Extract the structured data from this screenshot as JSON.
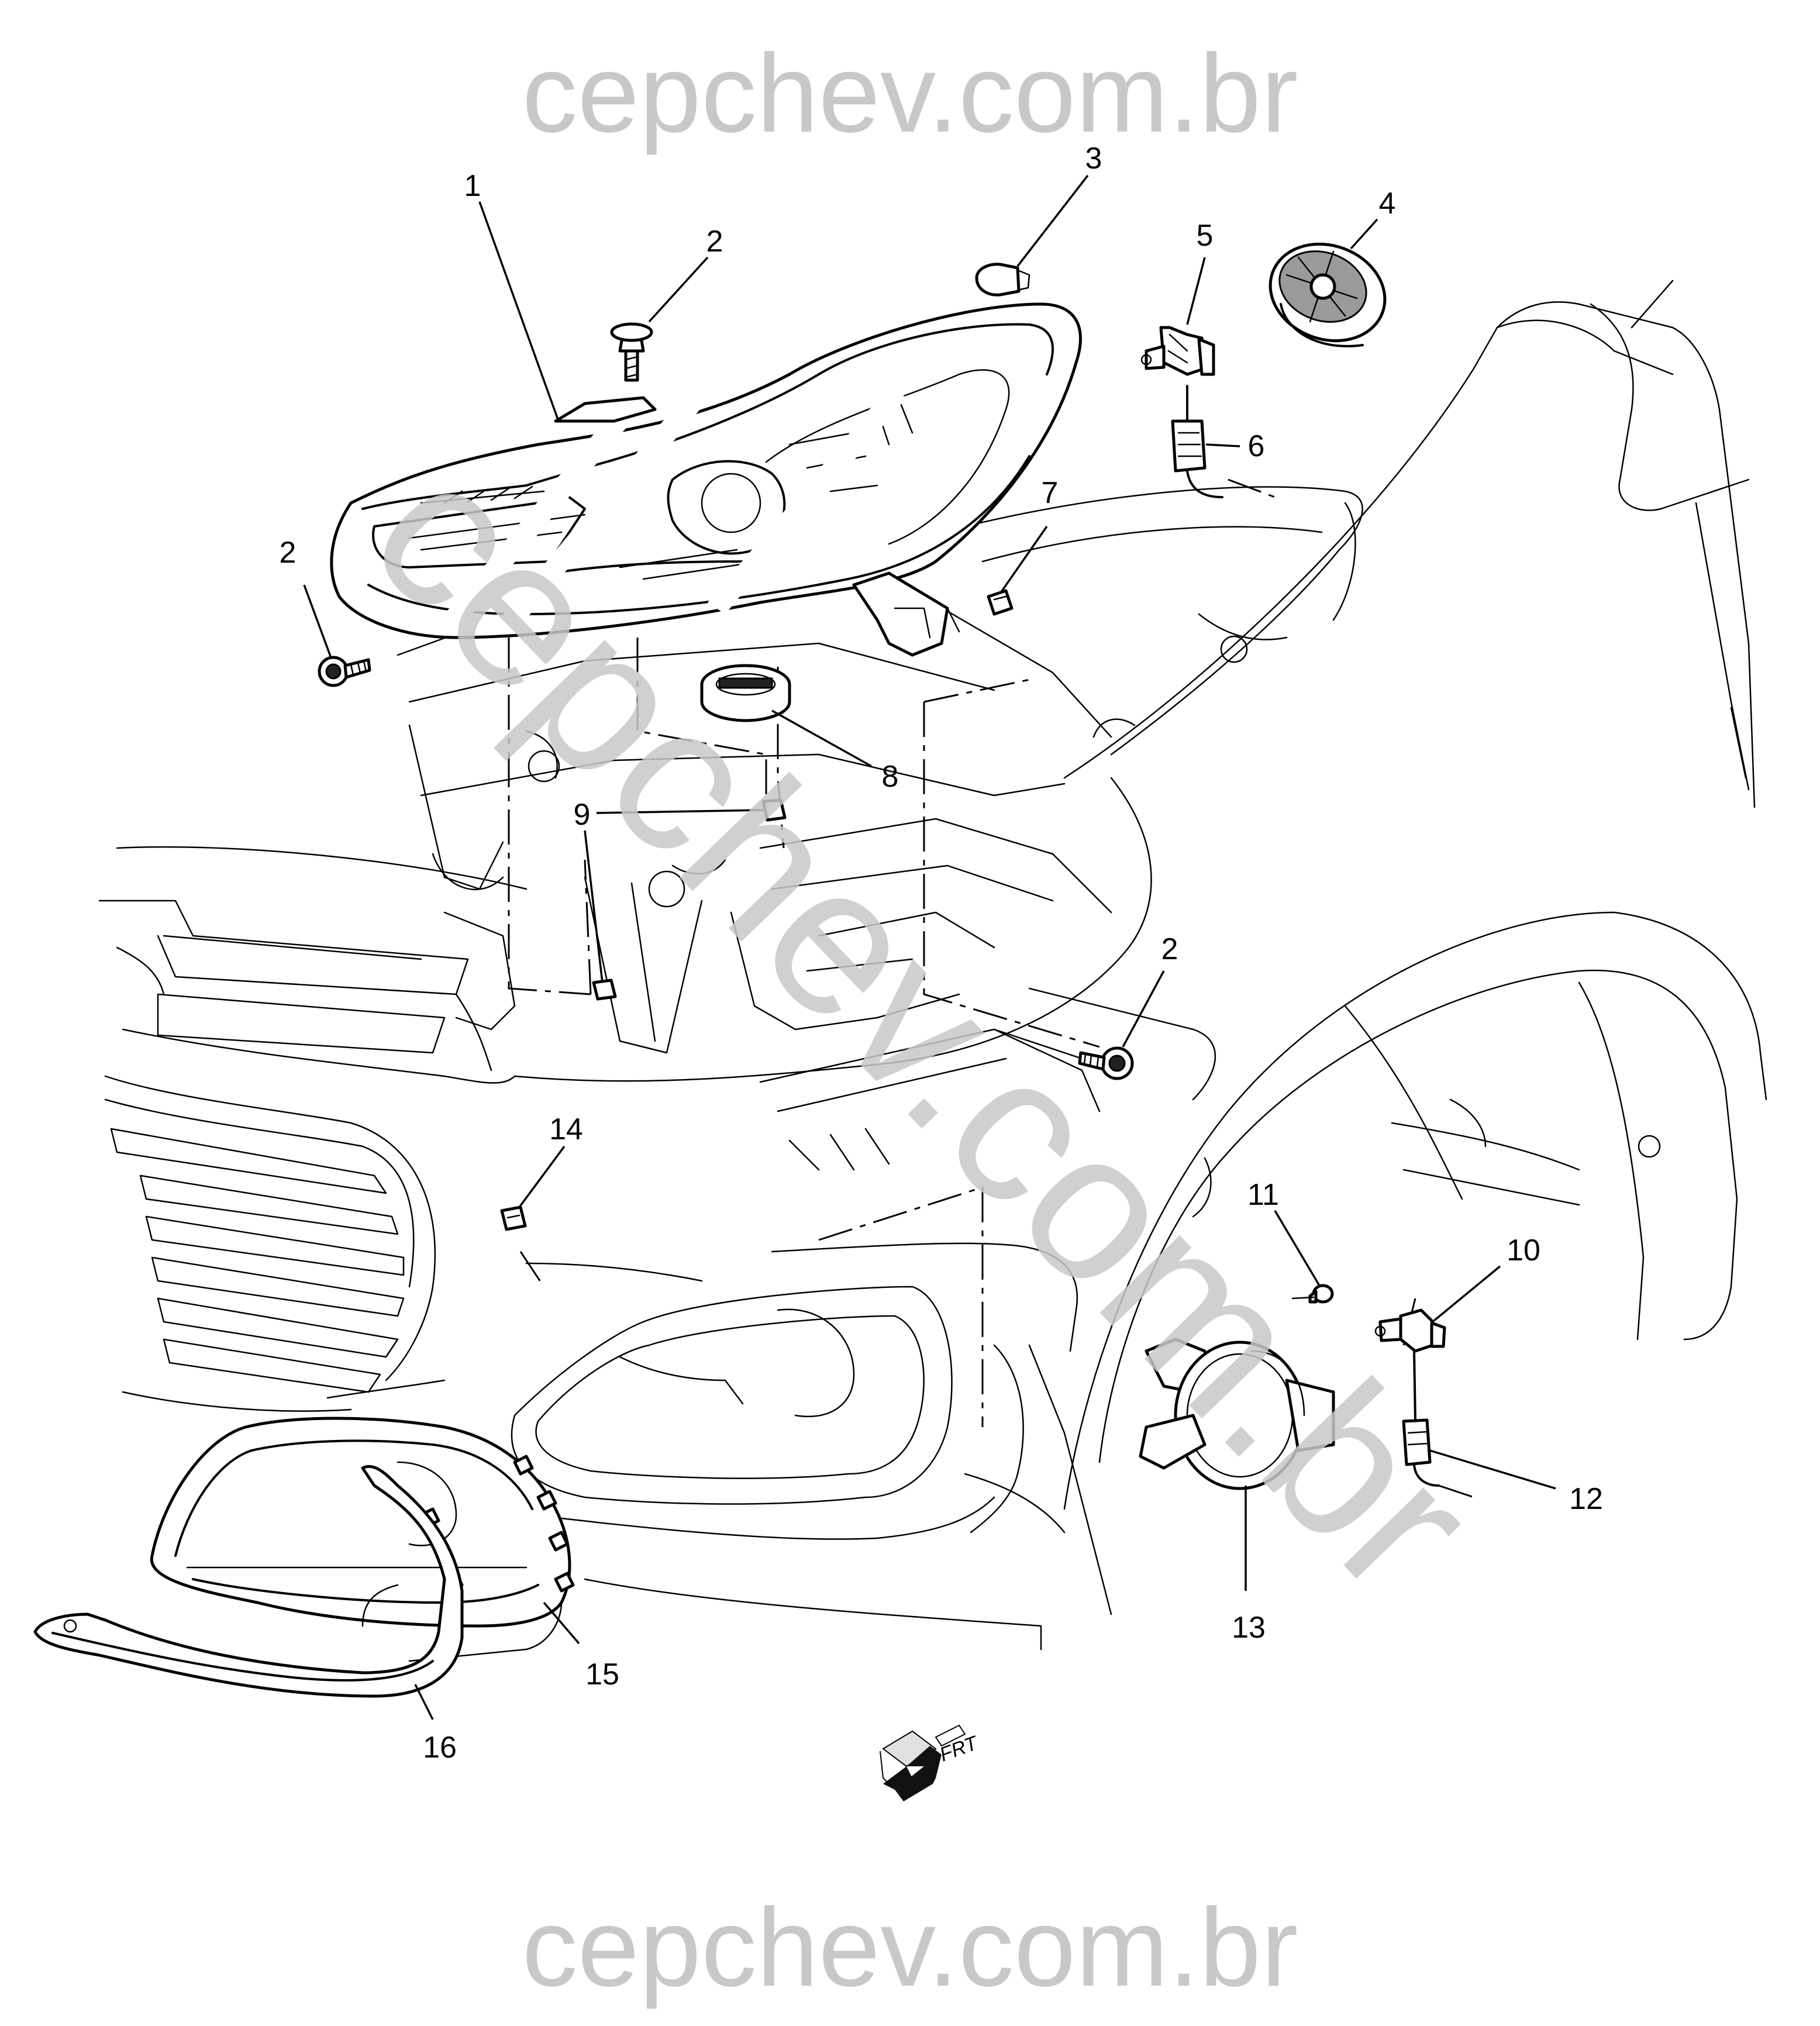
{
  "watermark": {
    "top": "cepchev.com.br",
    "bottom": "cepchev.com.br",
    "diagonal": "cepchev.com.br"
  },
  "callouts": {
    "c1": "1",
    "c2a": "2",
    "c2b": "2",
    "c2c": "2",
    "c3": "3",
    "c4": "4",
    "c5": "5",
    "c6": "6",
    "c7": "7",
    "c8": "8",
    "c9": "9",
    "c10": "10",
    "c11": "11",
    "c12": "12",
    "c13": "13",
    "c14": "14",
    "c15": "15",
    "c16": "16"
  },
  "direction_indicator": {
    "label": "FRT",
    "icon": "front-arrow-icon"
  }
}
